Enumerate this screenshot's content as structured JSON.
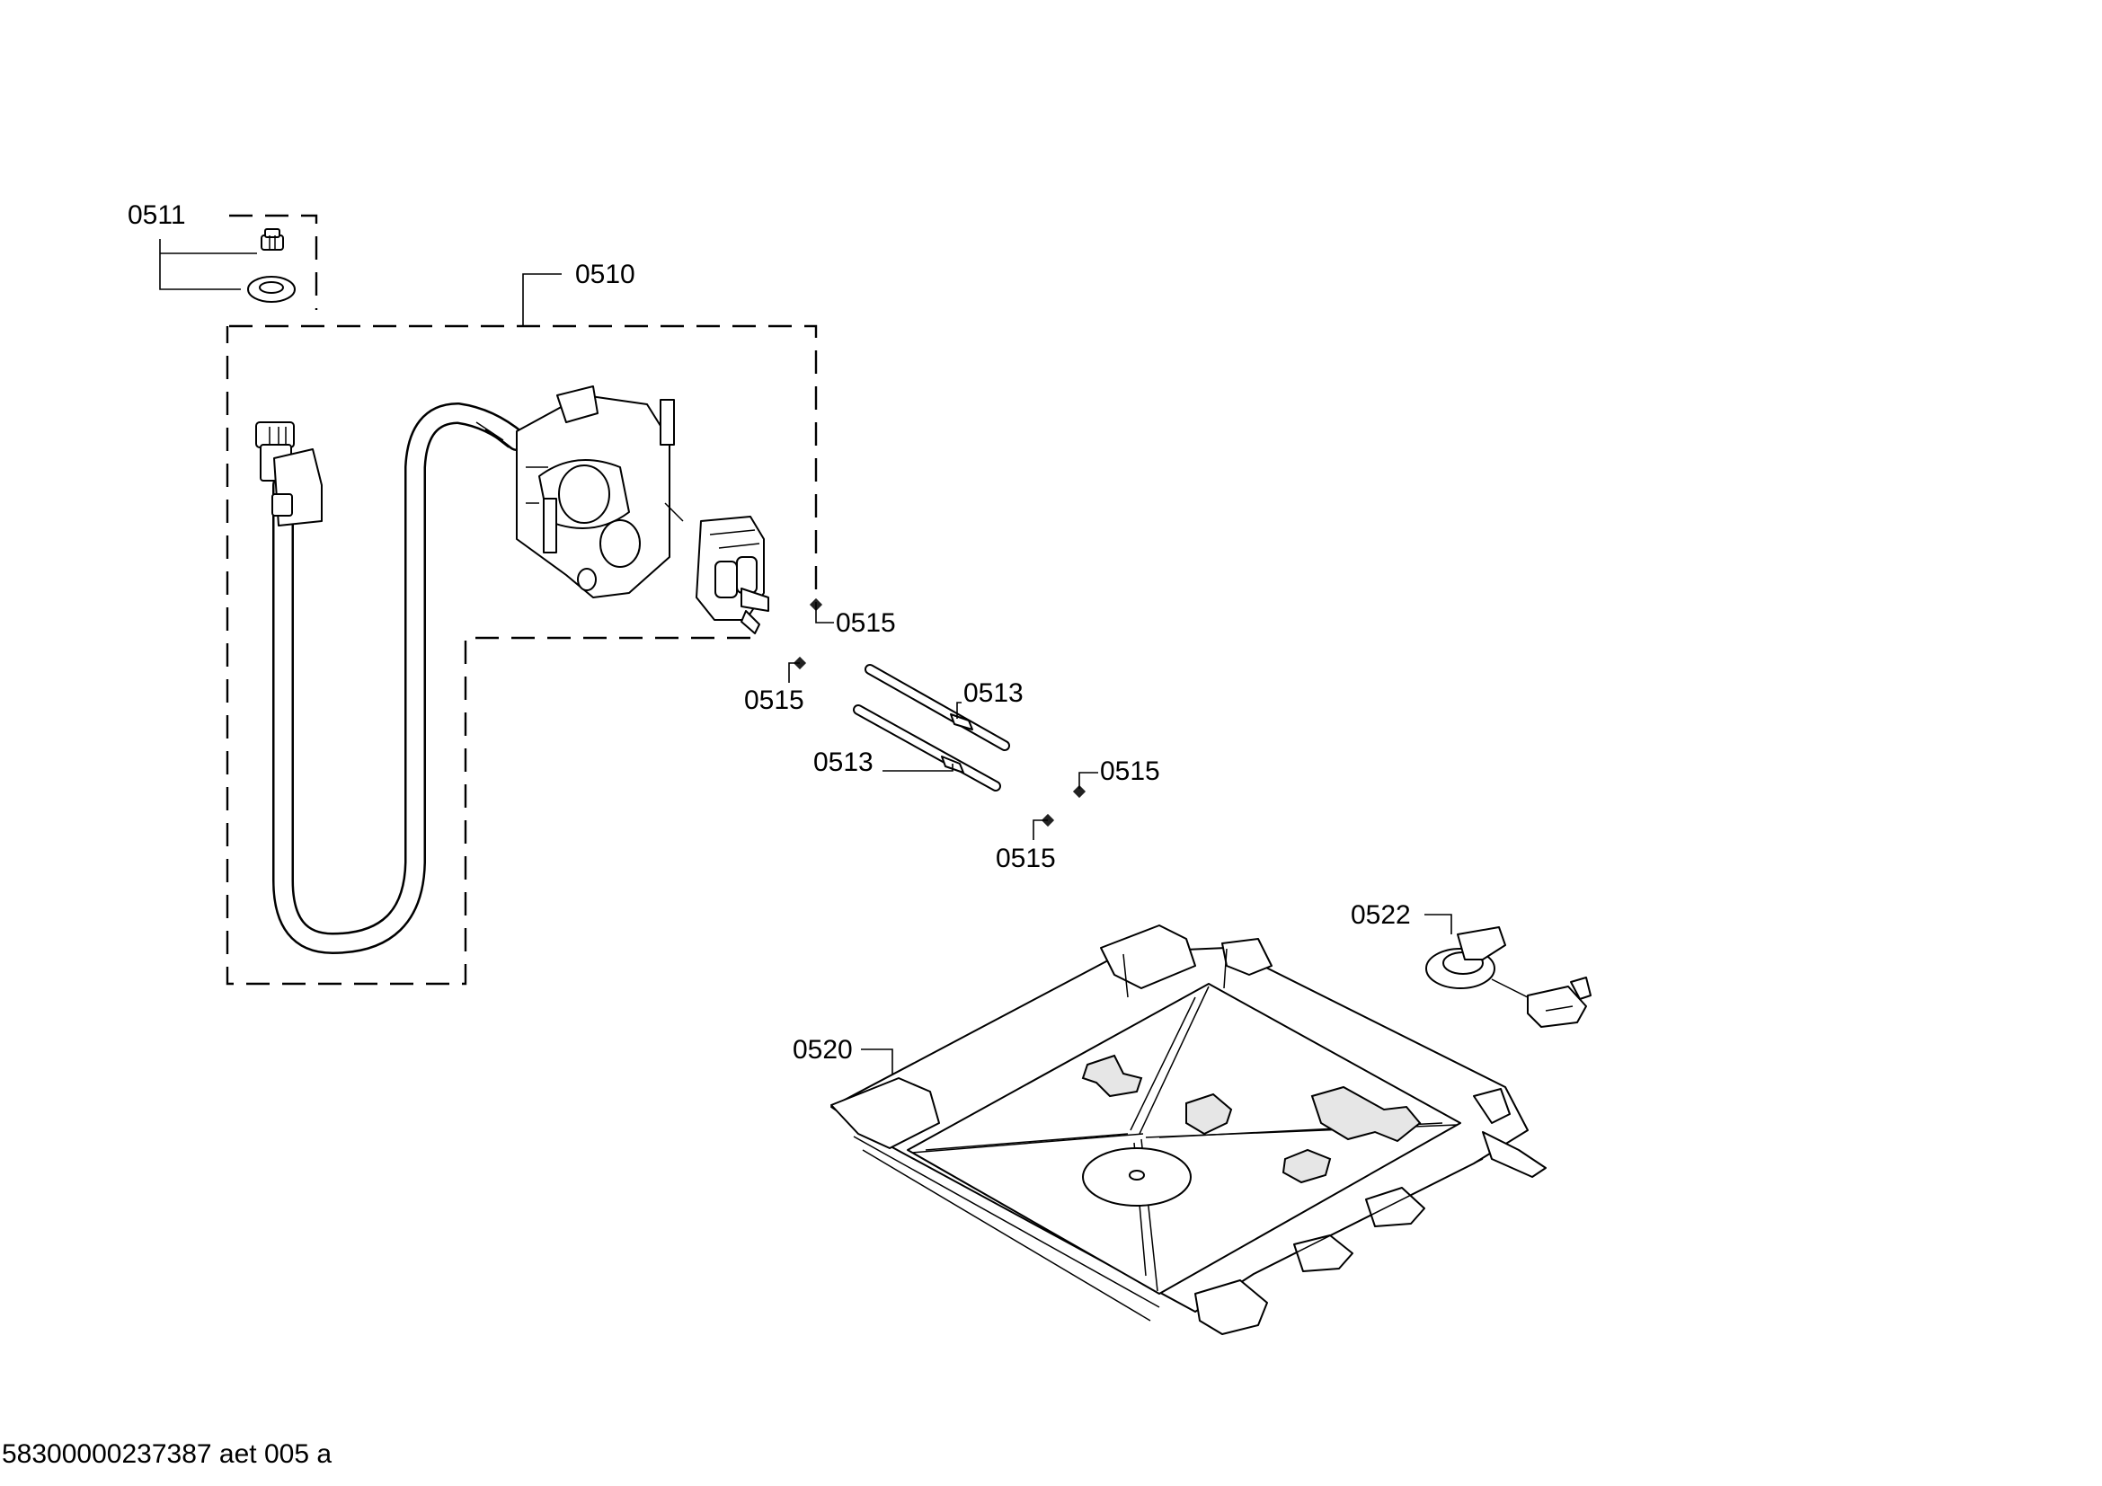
{
  "labels": {
    "p0511": "0511",
    "p0510": "0510",
    "p0515_a": "0515",
    "p0515_b": "0515",
    "p0513_a": "0513",
    "p0513_b": "0513",
    "p0515_c": "0515",
    "p0515_d": "0515",
    "p0522": "0522",
    "p0520": "0520"
  },
  "footer": {
    "document_id": "58300000237387 aet 005 a"
  },
  "icons": {
    "cap_nut": "cap-nut-icon",
    "sealing_ring": "sealing-ring-icon",
    "inlet_hose": "inlet-hose-icon",
    "inlet_valve": "inlet-valve-icon",
    "hose_clip": "hose-clip-icon",
    "hose": "hose-icon",
    "float_switch": "float-switch-icon",
    "base_tray": "base-tray-icon"
  }
}
